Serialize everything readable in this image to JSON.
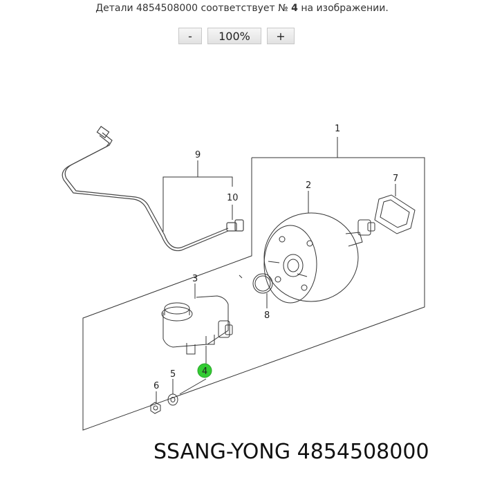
{
  "caption": {
    "prefix": "Детали 4854508000 соответствует №",
    "number": "4",
    "suffix": "на изображении."
  },
  "zoom": {
    "minus": "-",
    "level": "100%",
    "plus": "+"
  },
  "callouts": [
    "1",
    "2",
    "3",
    "4",
    "5",
    "6",
    "7",
    "8",
    "9",
    "10"
  ],
  "highlight": {
    "part": "4",
    "color": "#33cc33"
  },
  "footer": {
    "brand": "SSANG-YONG",
    "part_number": "4854508000"
  }
}
